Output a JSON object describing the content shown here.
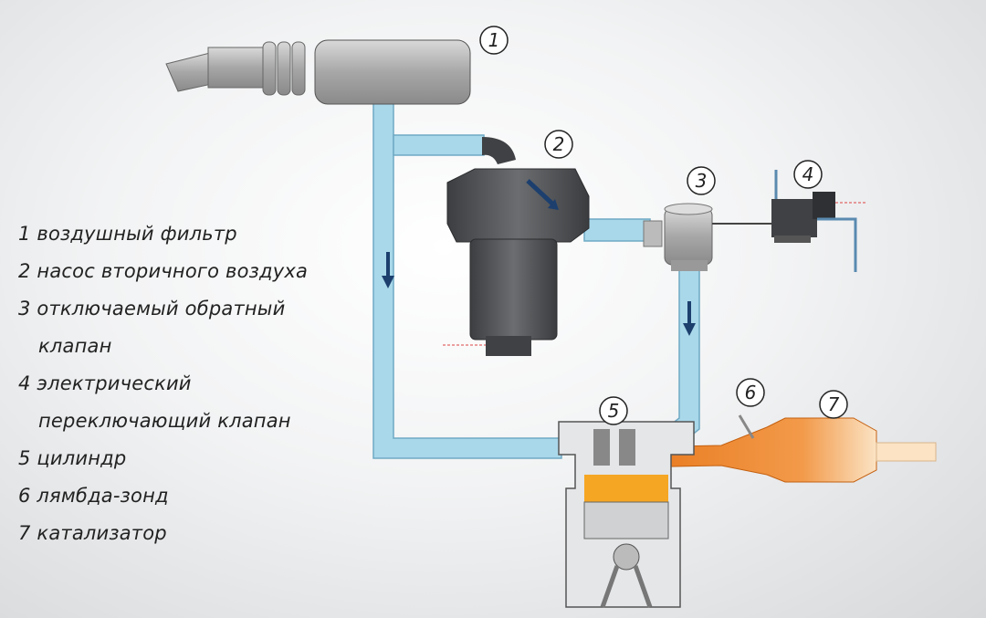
{
  "callouts": [
    "1",
    "2",
    "3",
    "4",
    "5",
    "6",
    "7"
  ],
  "legend": [
    {
      "lines": [
        "1 воздушный фильтр"
      ]
    },
    {
      "lines": [
        "2 насос вторичного воздуха"
      ]
    },
    {
      "lines": [
        "3 отключаемый обратный",
        "клапан"
      ]
    },
    {
      "lines": [
        "4 электрический",
        "переключающий клапан"
      ]
    },
    {
      "lines": [
        "5 цилиндр"
      ]
    },
    {
      "lines": [
        "6 лямбда-зонд"
      ]
    },
    {
      "lines": [
        "7 катализатор"
      ]
    }
  ],
  "colors": {
    "air_pipe": "#a9d8ea",
    "exhaust": "#f0892a",
    "component": "#5a5c5f",
    "arrow": "#1c3f6e"
  }
}
